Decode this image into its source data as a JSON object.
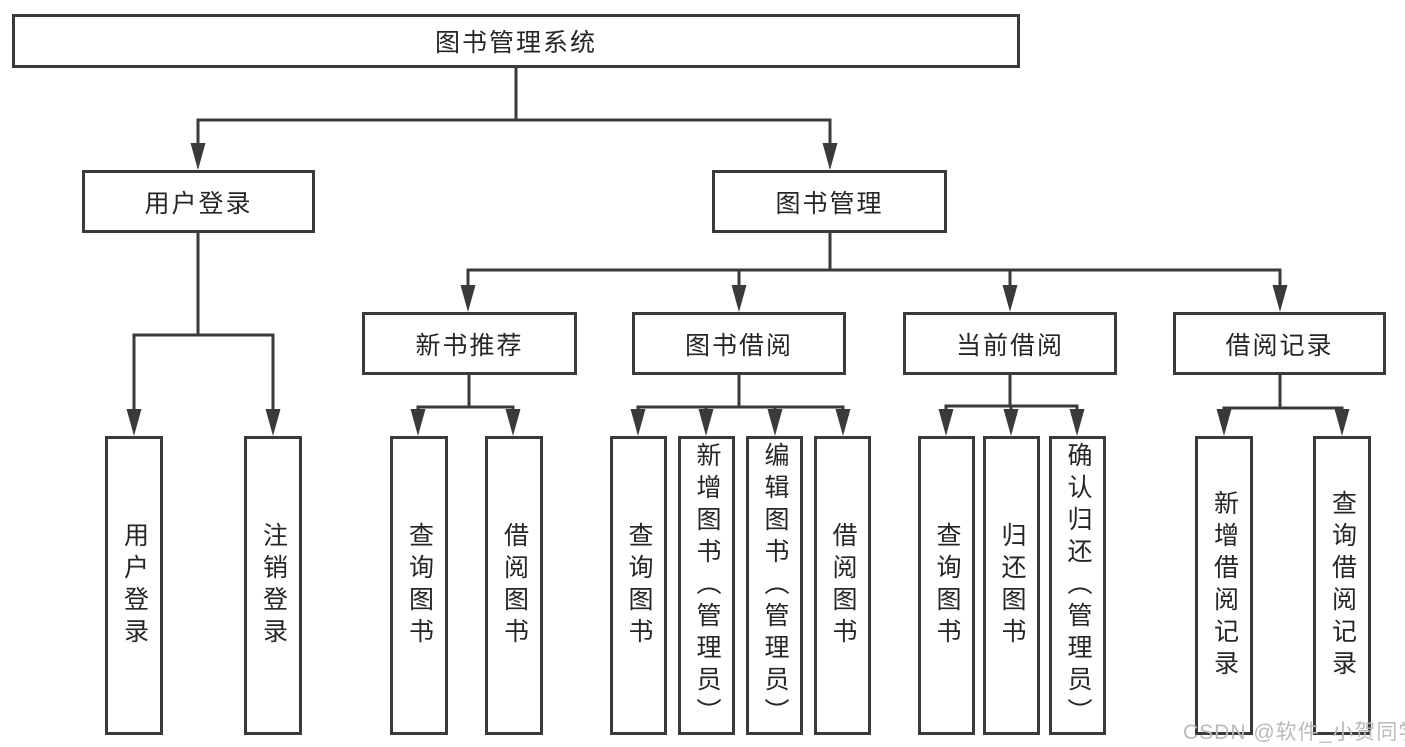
{
  "tree": {
    "root": {
      "label": "图书管理系统"
    },
    "branches": [
      {
        "label": "用户登录",
        "children": [
          {
            "label": "用户登录"
          },
          {
            "label": "注销登录"
          }
        ]
      },
      {
        "label": "图书管理",
        "children": [
          {
            "label": "新书推荐",
            "children": [
              {
                "label": "查询图书"
              },
              {
                "label": "借阅图书"
              }
            ]
          },
          {
            "label": "图书借阅",
            "children": [
              {
                "label": "查询图书"
              },
              {
                "label": "新增图书（管理员）"
              },
              {
                "label": "编辑图书（管理员）"
              },
              {
                "label": "借阅图书"
              }
            ]
          },
          {
            "label": "当前借阅",
            "children": [
              {
                "label": "查询图书"
              },
              {
                "label": "归还图书"
              },
              {
                "label": "确认归还（管理员）"
              }
            ]
          },
          {
            "label": "借阅记录",
            "children": [
              {
                "label": "新增借阅记录"
              },
              {
                "label": "查询借阅记录"
              }
            ]
          }
        ]
      }
    ]
  },
  "watermark": {
    "text": "CSDN @软件_小贺同学"
  },
  "colors": {
    "line": "#3a3a3a",
    "text": "#262626",
    "box_background": "#ffffff",
    "watermark": "#b7bbbf",
    "background": "#ffffff"
  }
}
